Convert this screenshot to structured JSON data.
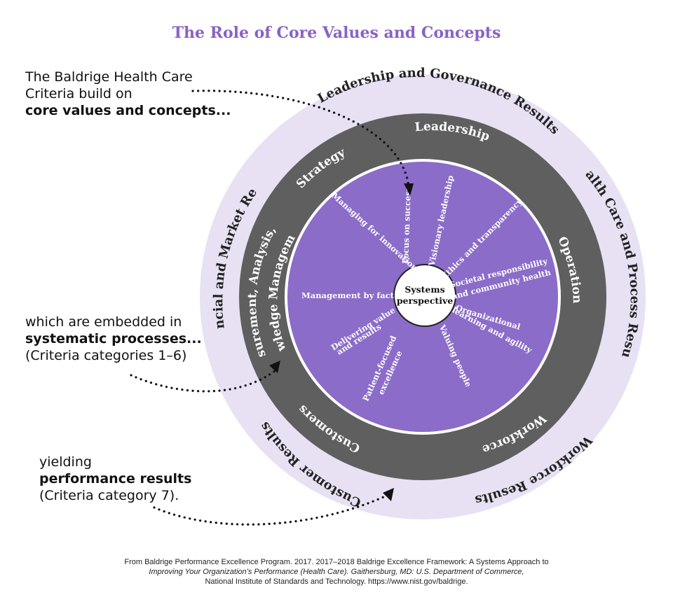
{
  "title": "The Role of Core Values and Concepts",
  "colors": {
    "title": "#8a62c4",
    "outer_ring": "#e7e1f3",
    "process_ring": "#5f5f5f",
    "core": "#8b6cc9",
    "center": "#ffffff"
  },
  "notes": {
    "core_values": {
      "line1": "The Baldrige Health Care",
      "line2": "Criteria build on",
      "line3": "core values and concepts..."
    },
    "processes": {
      "line1": "which are embedded in",
      "line2": "systematic processes...",
      "line3": "(Criteria categories 1–6)"
    },
    "results": {
      "line1": "yielding",
      "line2": "performance results",
      "line3": "(Criteria category 7)."
    }
  },
  "results_ring": {
    "leadership_governance": "Leadership and Governance Results",
    "health_care_process": "Health Care and Process Results",
    "workforce": "Workforce Results",
    "customer": "Customer Results",
    "financial_market": "Financial and Market Results"
  },
  "process_ring": {
    "leadership": "Leadership",
    "strategy": "Strategy",
    "measurement_line1": "Measurement, Analysis, and",
    "measurement_line2": "Knowledge Management",
    "operations": "Operations",
    "workforce": "Workforce",
    "customers": "Customers"
  },
  "core_values": {
    "systems_line1": "Systems",
    "systems_line2": "perspective",
    "visionary_leadership": "Visionary leadership",
    "focus_on_success": "Focus on success",
    "managing_for_innovation": "Managing for innovation",
    "ethics_and_transparency": "Ethics and transparency",
    "societal_line1": "Societal responsibility",
    "societal_line2": "and community health",
    "management_by_fact": "Management by fact",
    "org_learning_line1": "Organizational",
    "org_learning_line2": "learning and agility",
    "delivering_line1": "Delivering value",
    "delivering_line2": "and results",
    "valuing_people": "Valuing people",
    "patient_line1": "Patient-focused",
    "patient_line2": "excellence"
  },
  "citation": {
    "line1": "From Baldrige Performance Excellence Program. 2017. 2017–2018 Baldrige Excellence Framework: A Systems Approach to",
    "line2": "Improving Your Organization’s Performance (Health Care). Gaithersburg, MD: U.S. Department of Commerce,",
    "line3": "National Institute of Standards and Technology. https://www.nist.gov/baldrige."
  }
}
